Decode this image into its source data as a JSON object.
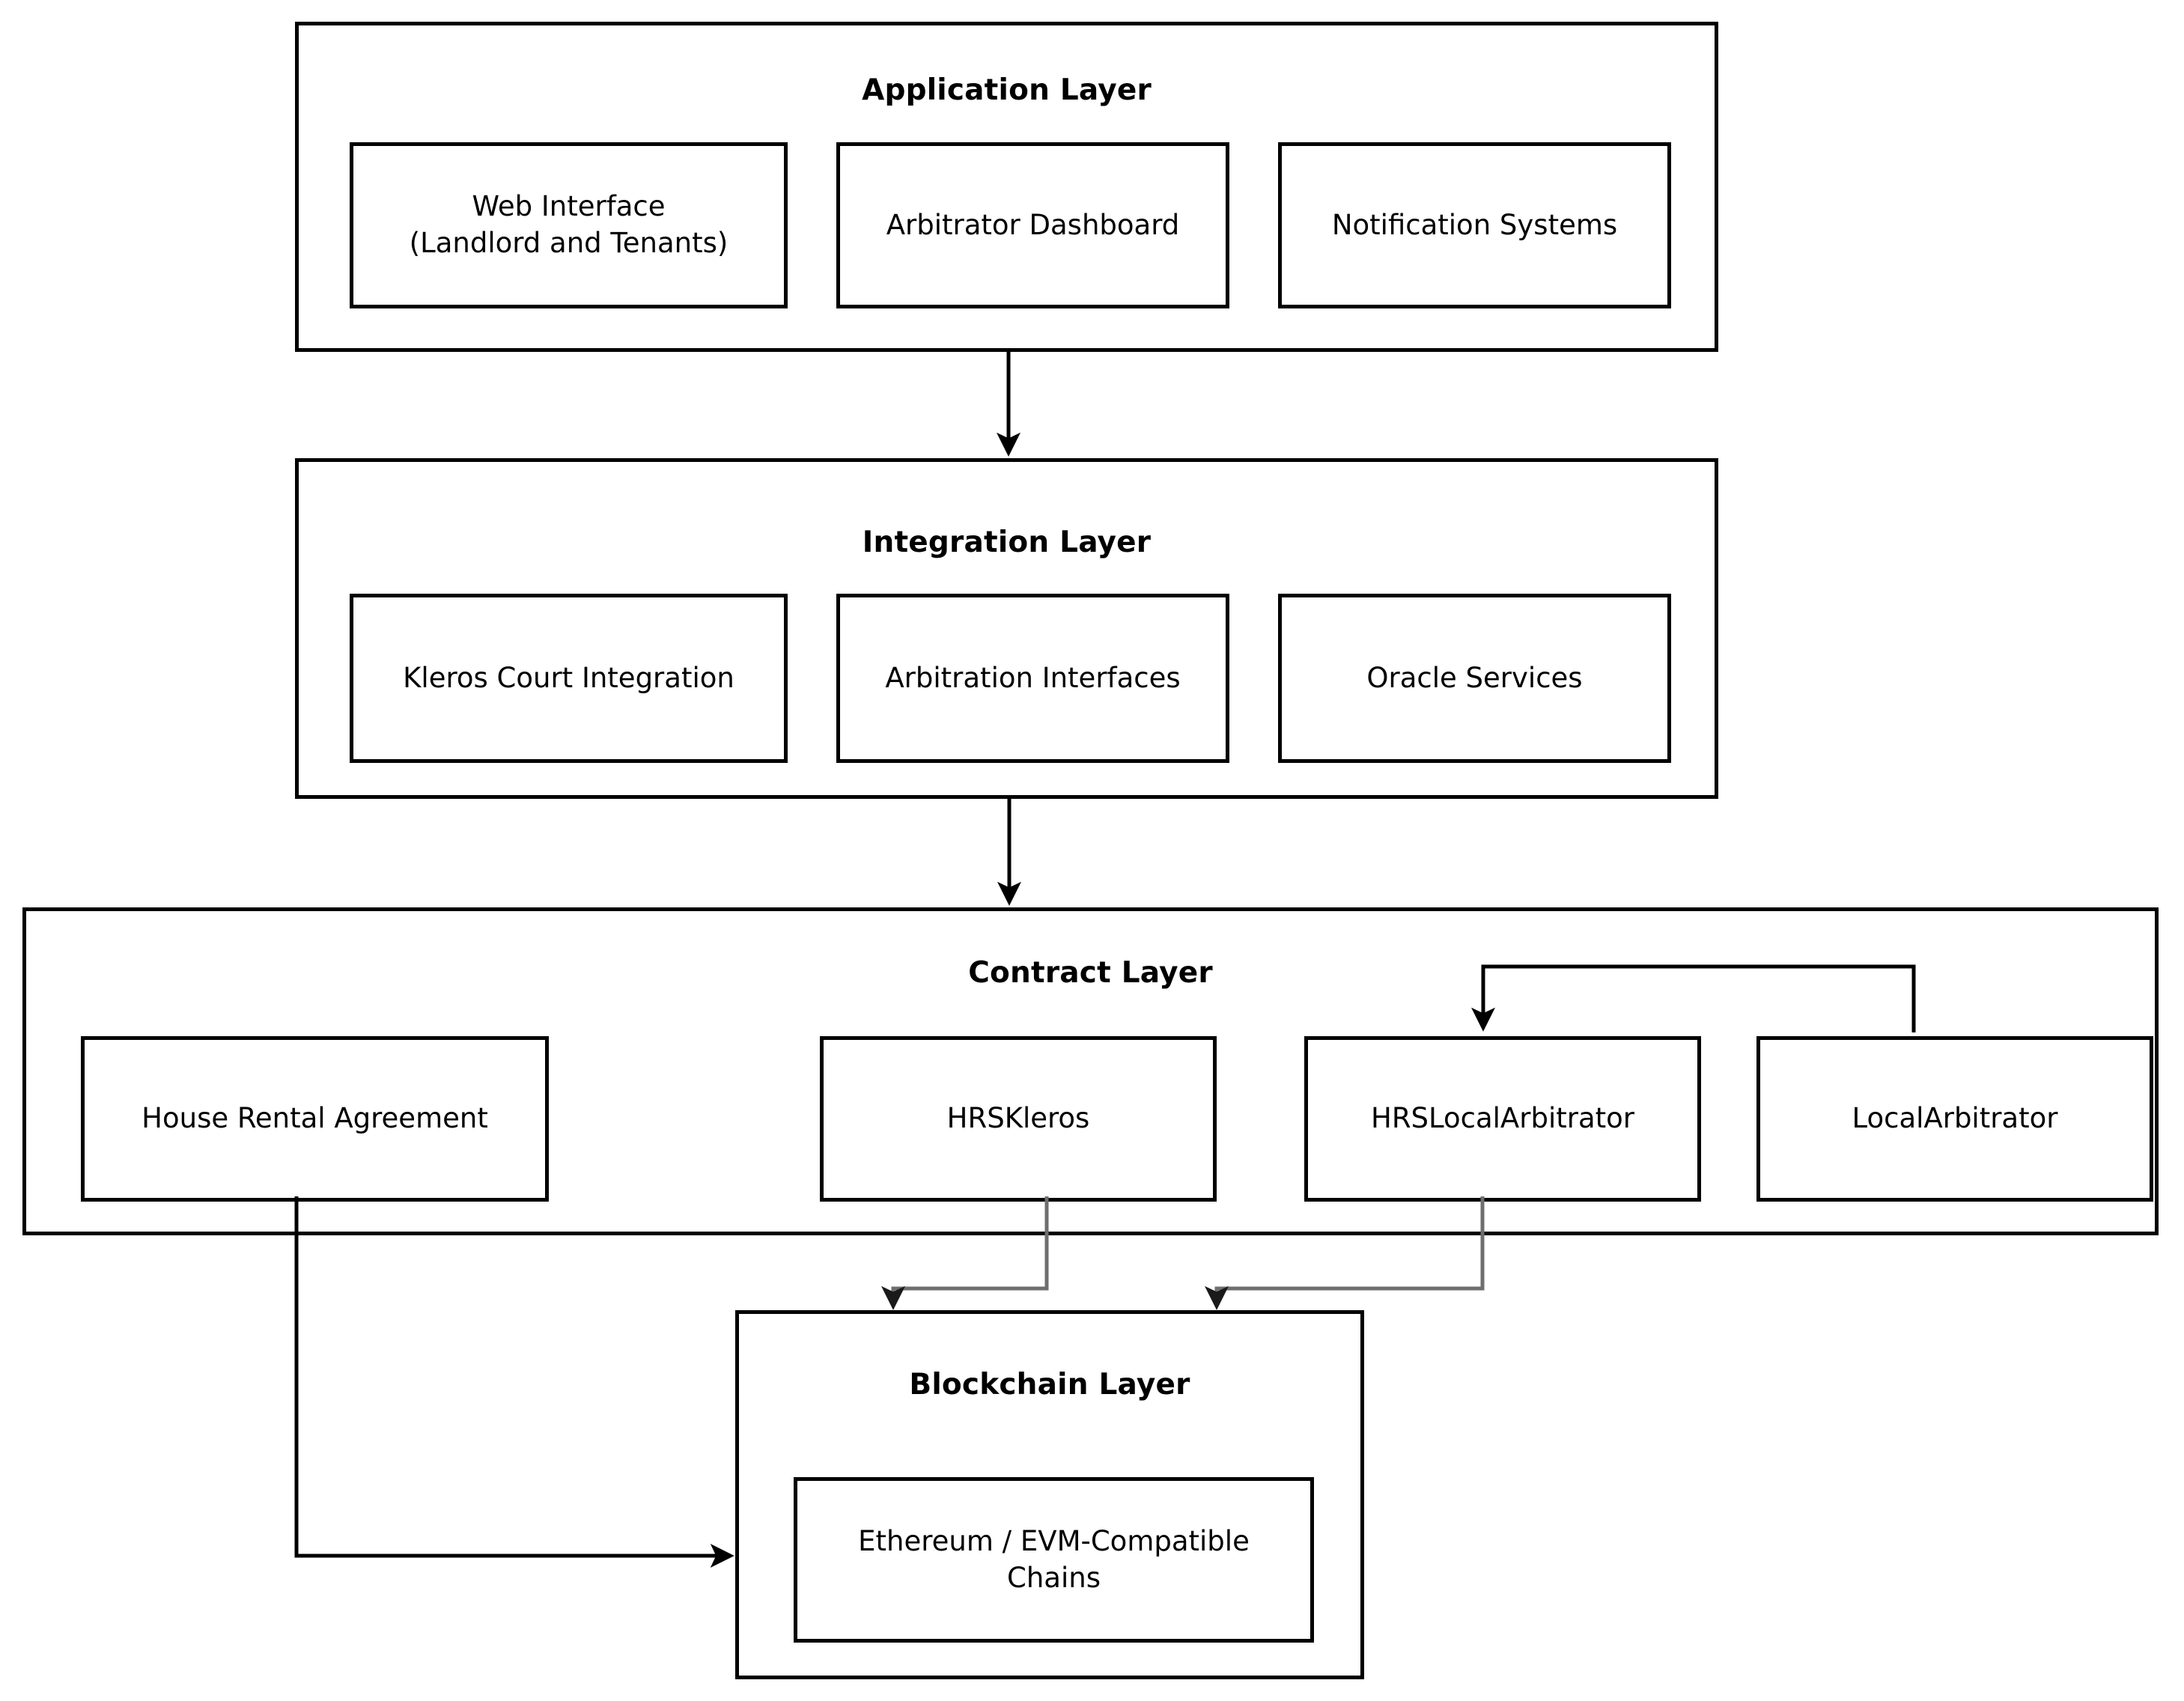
{
  "diagram": {
    "title": "Layered system architecture for blockchain house rental agreement with Kleros arbitration",
    "background_color": "#ffffff",
    "line_color": "#000000",
    "secondary_line_color": "#6e6e6e"
  },
  "layers": [
    {
      "id": "application-layer",
      "title": "Application Layer",
      "nodes": [
        {
          "id": "web-interface",
          "label": "Web Interface\n(Landlord and Tenants)"
        },
        {
          "id": "arbitrator-dashboard",
          "label": "Arbitrator Dashboard"
        },
        {
          "id": "notification-systems",
          "label": "Notification Systems"
        }
      ]
    },
    {
      "id": "integration-layer",
      "title": "Integration Layer",
      "nodes": [
        {
          "id": "kleros-court-integration",
          "label": "Kleros Court Integration"
        },
        {
          "id": "arbitration-interfaces",
          "label": "Arbitration Interfaces"
        },
        {
          "id": "oracle-services",
          "label": "Oracle Services"
        }
      ]
    },
    {
      "id": "contract-layer",
      "title": "Contract Layer",
      "nodes": [
        {
          "id": "house-rental-agreement",
          "label": "House Rental Agreement"
        },
        {
          "id": "hrskleros",
          "label": "HRSKleros"
        },
        {
          "id": "hrslocalarbitrator",
          "label": "HRSLocalArbitrator"
        },
        {
          "id": "localarbitrator",
          "label": "LocalArbitrator"
        }
      ]
    },
    {
      "id": "blockchain-layer",
      "title": "Blockchain Layer",
      "nodes": [
        {
          "id": "ethereum-evm-chains",
          "label": "Ethereum / EVM-Compatible\nChains"
        }
      ]
    }
  ],
  "connections": [
    {
      "id": "app-to-integration",
      "from": "application-layer",
      "to": "integration-layer",
      "style": "solid-arrow",
      "color": "#000000"
    },
    {
      "id": "integration-to-contract",
      "from": "integration-layer",
      "to": "contract-layer",
      "style": "solid-arrow",
      "color": "#000000"
    },
    {
      "id": "localarbitrator-to-hrslocalarbitrator",
      "from": "localarbitrator",
      "to": "hrslocalarbitrator",
      "style": "elbow-arrow",
      "color": "#000000"
    },
    {
      "id": "hrskleros-to-blockchain",
      "from": "hrskleros",
      "to": "blockchain-layer",
      "style": "elbow-arrow",
      "color": "#6e6e6e"
    },
    {
      "id": "hrslocalarbitrator-to-blockchain",
      "from": "hrslocalarbitrator",
      "to": "blockchain-layer",
      "style": "elbow-arrow",
      "color": "#6e6e6e"
    },
    {
      "id": "house-rental-agreement-to-blockchain",
      "from": "house-rental-agreement",
      "to": "blockchain-layer",
      "style": "elbow-arrow",
      "color": "#000000"
    }
  ]
}
